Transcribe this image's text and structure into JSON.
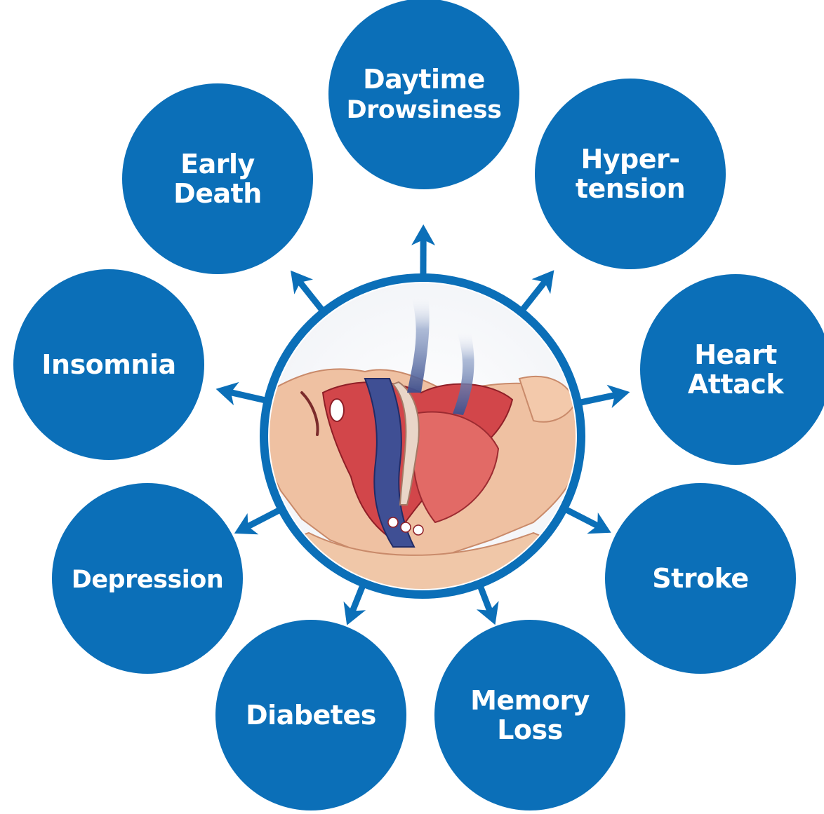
{
  "diagram": {
    "colors": {
      "primary": "#0b6fb8",
      "ring_border": "#0b6fb8",
      "background": "#ffffff",
      "label_text": "#ffffff"
    },
    "center": {
      "icon": "sleeping-head-airway-icon"
    },
    "outcomes": [
      {
        "id": "daytime-drowsiness",
        "lines": [
          "Daytime",
          "Drowsiness"
        ]
      },
      {
        "id": "hypertension",
        "lines": [
          "Hyper-",
          "tension"
        ]
      },
      {
        "id": "heart-attack",
        "lines": [
          "Heart",
          "Attack"
        ]
      },
      {
        "id": "stroke",
        "lines": [
          "Stroke"
        ]
      },
      {
        "id": "memory-loss",
        "lines": [
          "Memory",
          "Loss"
        ]
      },
      {
        "id": "diabetes",
        "lines": [
          "Diabetes"
        ]
      },
      {
        "id": "depression",
        "lines": [
          "Depression"
        ]
      },
      {
        "id": "insomnia",
        "lines": [
          "Insomnia"
        ]
      },
      {
        "id": "early-death",
        "lines": [
          "Early",
          "Death"
        ]
      }
    ]
  }
}
